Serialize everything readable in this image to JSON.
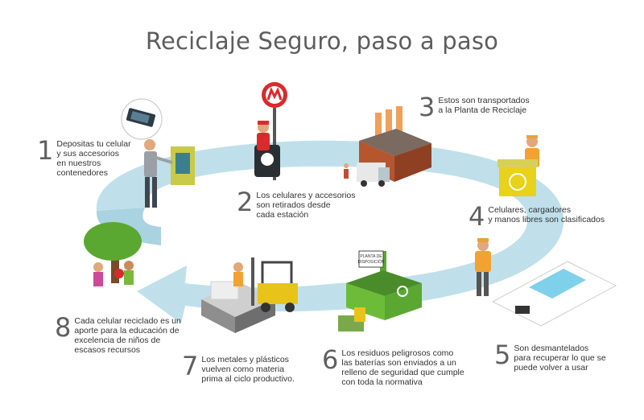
{
  "title": "Reciclaje Seguro, paso a paso",
  "colors": {
    "arrow": "#bfe0ea",
    "text": "#333333",
    "number": "#606060",
    "title": "#5d5d5d",
    "factory_brick": "#b5562f",
    "plant_green": "#5aa832",
    "yellow": "#e8d21a",
    "orange_vest": "#f2a230"
  },
  "steps": [
    {
      "number": "1",
      "text": "Depositas tu celular\ny sus accesorios\nen nuestros\ncontenedores"
    },
    {
      "number": "2",
      "text": "Los celulares y accesorios\nson retirados desde\ncada estación"
    },
    {
      "number": "3",
      "text": "Estos son transportados\na la Planta de Reciclaje"
    },
    {
      "number": "4",
      "text": "Celulares, cargadores\ny manos libres son clasificados"
    },
    {
      "number": "5",
      "text": "Son desmantelados\npara recuperar lo que se\npuede volver a usar"
    },
    {
      "number": "6",
      "text": "Los residuos peligrosos como\nlas baterías son enviados a un\nrelleno de seguridad que cumple\ncon toda la normativa"
    },
    {
      "number": "7",
      "text": "Los metales y plásticos\nvuelven como materia\nprima al ciclo productivo."
    },
    {
      "number": "8",
      "text": "Cada celular reciclado es un\naporte para la educación de\nexcelencia de niños de\nescasos recursos"
    }
  ],
  "plant_sign": "PLANTA DE\nDISPOSICIÓN",
  "icons": [
    "recycle-icon",
    "metro-logo-icon",
    "phone-icon"
  ]
}
